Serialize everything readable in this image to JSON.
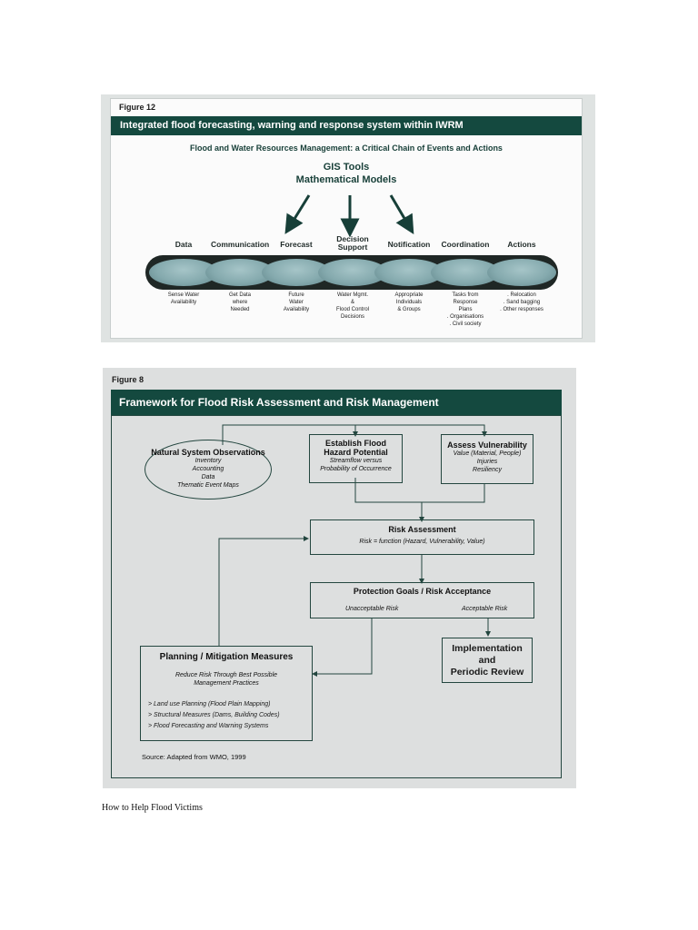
{
  "figure12": {
    "label": "Figure 12",
    "title": "Integrated flood forecasting, warning and response system within IWRM",
    "subtitle": "Flood and Water Resources Management: a Critical Chain of Events and Actions",
    "tools": [
      "GIS Tools",
      "Mathematical Models"
    ],
    "stages": [
      {
        "label": "Data",
        "desc": "Sense Water\nAvailability"
      },
      {
        "label": "Communication",
        "desc": "Get Data\nwhere\nNeeded"
      },
      {
        "label": "Forecast",
        "desc": "Future\nWater\nAvailability"
      },
      {
        "label": "Decision\nSupport",
        "desc": "Water Mgmt.\n&\nFlood Control\nDecisions"
      },
      {
        "label": "Notification",
        "desc": "Appropriate\nIndividuals\n& Groups"
      },
      {
        "label": "Coordination",
        "desc": "Tasks from\nResponse\nPlans\n. Organisations\n. Civil society"
      },
      {
        "label": "Actions",
        "desc": ". Relocation\n. Sand bagging\n. Other responses"
      }
    ]
  },
  "figure8": {
    "label": "Figure 8",
    "title": "Framework for Flood Risk Assessment and Risk Management",
    "natural": {
      "title": "Natural System Observations",
      "items": [
        "Inventory",
        "Accounting",
        "Data",
        "Thematic Event Maps"
      ]
    },
    "hazard": {
      "title1": "Establish Flood",
      "title2": "Hazard Potential",
      "sub": [
        "Streamflow versus",
        "Probability of Occurrence"
      ]
    },
    "vulnerability": {
      "title": "Assess Vulnerability",
      "sub": [
        "Value (Material, People)",
        "Injuries",
        "Resiliency"
      ]
    },
    "risk": {
      "title": "Risk Assessment",
      "formula": "Risk = function (Hazard, Vulnerability, Value)"
    },
    "protection": {
      "title": "Protection Goals / Risk Acceptance",
      "left": "Unacceptable Risk",
      "right": "Acceptable Risk"
    },
    "implementation": {
      "lines": [
        "Implementation",
        "and",
        "Periodic Review"
      ]
    },
    "mitigation": {
      "title": "Planning / Mitigation Measures",
      "sub": [
        "Reduce Risk Through Best Possible",
        "Management Practices"
      ],
      "items": [
        "> Land use Planning (Flood Plain Mapping)",
        "> Structural Measures (Dams, Building Codes)",
        "> Flood Forecasting and Warning Systems"
      ]
    },
    "source": "Source: Adapted from WMO, 1999"
  },
  "caption": "How to Help Flood Victims"
}
